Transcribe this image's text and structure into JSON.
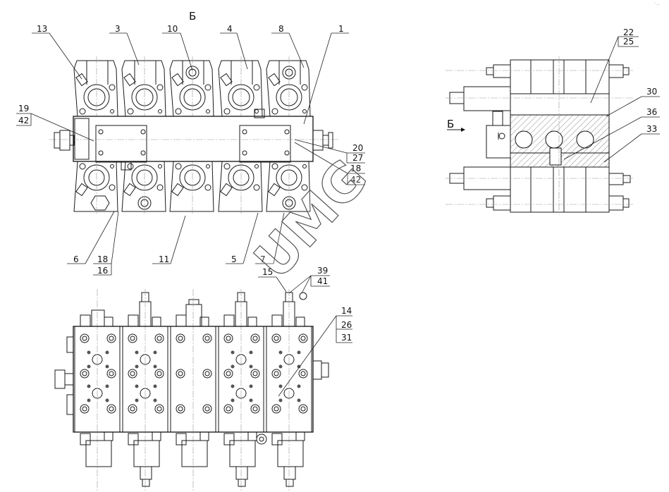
{
  "drawing": {
    "view_label_top": "Б",
    "view_arrow_label": "Б",
    "watermark": "UMG",
    "corner_mark": "ᐟ—",
    "colors": {
      "line": "#1a1a1a",
      "centerline": "#9a9a9a",
      "background": "#ffffff"
    }
  },
  "callouts_top_view": {
    "top": [
      "13",
      "3",
      "10",
      "4",
      "8",
      "1"
    ],
    "left_stack": [
      "19",
      "42"
    ],
    "right_stack_a": [
      "20",
      "27"
    ],
    "right_stack_b": [
      "18",
      "42"
    ],
    "bottom": [
      "6",
      "11",
      "5",
      "7"
    ],
    "bottom_stack": [
      "18",
      "16"
    ]
  },
  "callouts_front_view": {
    "left_single": "15",
    "stack_a": [
      "39",
      "41"
    ],
    "stack_b": [
      "14",
      "26",
      "31"
    ]
  },
  "callouts_side_view": {
    "stack_top": [
      "22",
      "25"
    ],
    "single": [
      "30",
      "36",
      "33"
    ]
  }
}
